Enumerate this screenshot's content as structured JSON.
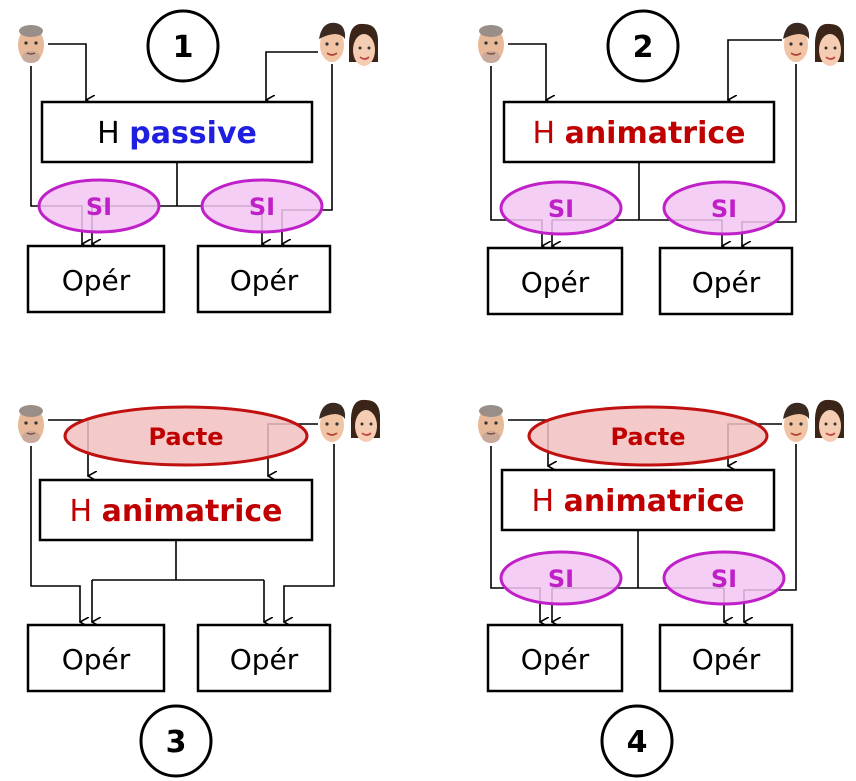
{
  "colors": {
    "blue": "#1f1fe0",
    "red": "#c00000",
    "si_fill": "#f2c6f2",
    "si_stroke": "#c020c8",
    "si_text": "#c020c8",
    "pacte_fill": "#f2c0c0",
    "pacte_stroke": "#c01010",
    "pacte_text": "#c00000",
    "line": "#000000"
  },
  "panels": [
    {
      "number": "1",
      "h_prefix": "H",
      "h_word": "passive",
      "h_word_color": "blue",
      "si_left": "SI",
      "si_right": "SI",
      "oper_left": "Opér",
      "oper_right": "Opér"
    },
    {
      "number": "2",
      "h_prefix": "H",
      "h_word": "animatrice",
      "h_word_color": "red",
      "si_left": "SI",
      "si_right": "SI",
      "oper_left": "Opér",
      "oper_right": "Opér"
    },
    {
      "number": "3",
      "h_prefix": "H",
      "h_word": "animatrice",
      "h_word_color": "red",
      "pacte": "Pacte",
      "oper_left": "Opér",
      "oper_right": "Opér"
    },
    {
      "number": "4",
      "h_prefix": "H",
      "h_word": "animatrice",
      "h_word_color": "red",
      "pacte": "Pacte",
      "si_left": "SI",
      "si_right": "SI",
      "oper_left": "Opér",
      "oper_right": "Opér"
    }
  ]
}
